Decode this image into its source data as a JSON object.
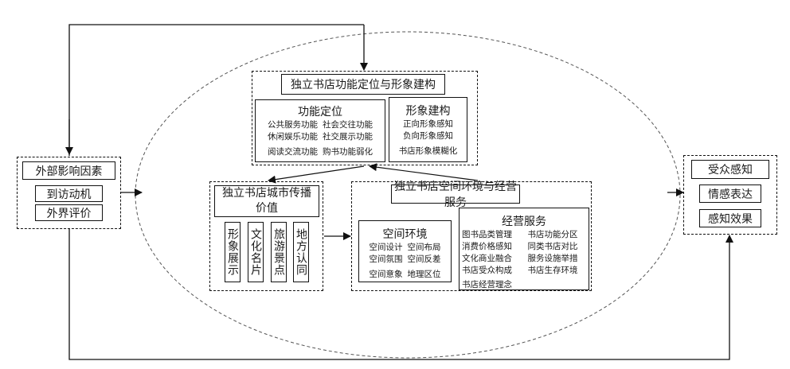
{
  "external": {
    "title": "外部影响因素",
    "items": [
      "到访动机",
      "外界评价"
    ]
  },
  "audience": {
    "title": "受众感知",
    "items": [
      "情感表达",
      "感知效果"
    ]
  },
  "function_image": {
    "title": "独立书店功能定位与形象建构",
    "function": {
      "title": "功能定位",
      "items": [
        "公共服务功能",
        "社会交往功能",
        "休闲娱乐功能",
        "社交展示功能",
        "阅读交流功能",
        "购书功能弱化"
      ]
    },
    "image": {
      "title": "形象建构",
      "items": [
        "正向形象感知",
        "负向形象感知",
        "书店形象模糊化"
      ]
    }
  },
  "city_value": {
    "title": "独立书店城市传播价值",
    "items": [
      "形象展示",
      "文化名片",
      "旅游景点",
      "地方认同"
    ]
  },
  "space_service": {
    "title": "独立书店空间环境与经营服务",
    "space": {
      "title": "空间环境",
      "items": [
        "空间设计",
        "空间布局",
        "空间氛围",
        "空间反差",
        "空间意象",
        "地理区位"
      ]
    },
    "service": {
      "title": "经营服务",
      "items": [
        "图书品类管理",
        "书店功能分区",
        "消费价格感知",
        "同类书店对比",
        "文化商业融合",
        "服务设施举措",
        "书店受众构成",
        "书店生存环境",
        "书店经营理念"
      ]
    }
  }
}
